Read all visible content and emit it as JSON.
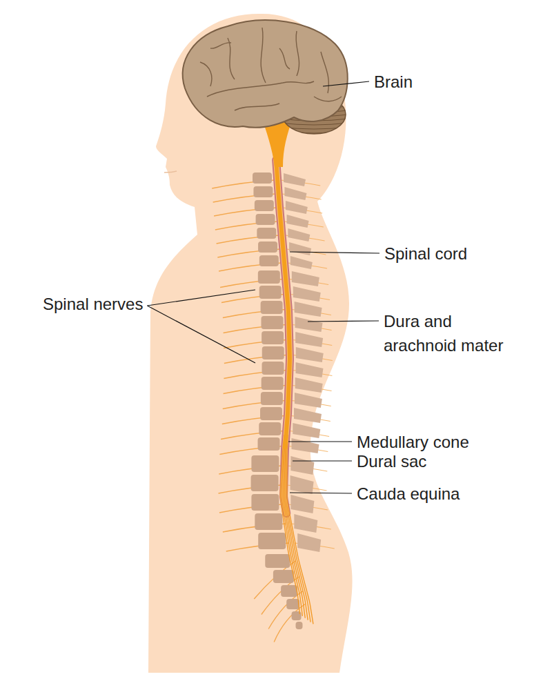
{
  "diagram": {
    "labels": [
      "Brain",
      "Spinal cord",
      "Spinal nerves",
      "Dura and arachnoid mater",
      "Medullary cone",
      "Dural sac",
      "Cauda equina"
    ]
  }
}
